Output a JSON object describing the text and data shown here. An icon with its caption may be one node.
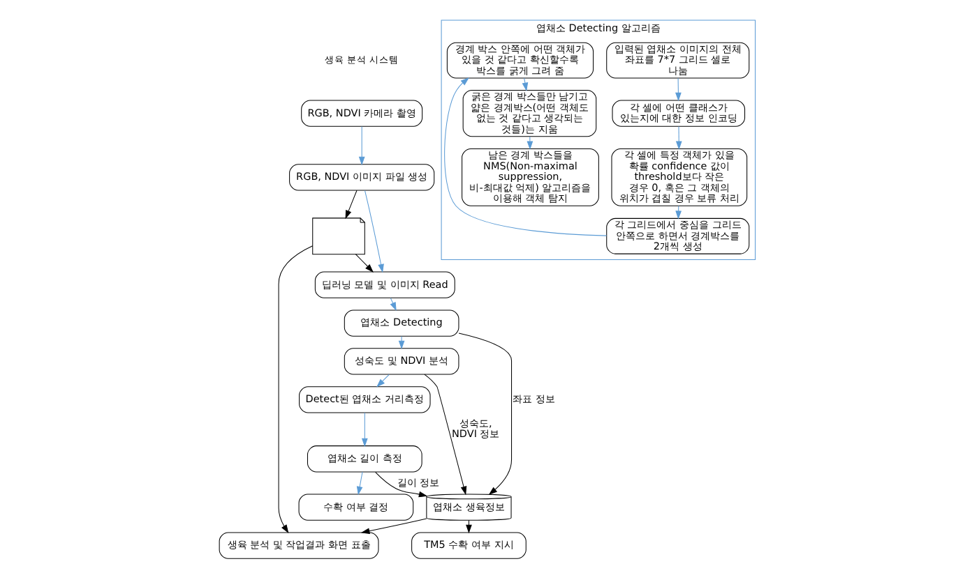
{
  "diagram": {
    "nodes": [
      {
        "text": [
          "RGB, NDVI 카메라 촬영"
        ]
      },
      {
        "text": [
          "RGB, NDVI 이미지 파일 생성"
        ]
      },
      {
        "text": [
          "딥러닝 모델 및 이미지 Read"
        ]
      },
      {
        "text": [
          "엽채소 Detecting"
        ]
      },
      {
        "text": [
          "성숙도 및 NDVI 분석"
        ]
      },
      {
        "text": [
          "Detect된 엽채소 거리측정"
        ]
      },
      {
        "text": [
          "엽채소 길이 측정"
        ]
      },
      {
        "text": [
          "수확 여부 결정"
        ]
      },
      {
        "text": [],
        "shape": "document"
      },
      {
        "text": [
          "생육 분석 및 작업결과 화면 표출"
        ]
      },
      {
        "text": [
          "엽채소 생육정보"
        ]
      },
      {
        "text": [
          "TM5 수확 여부 지시"
        ]
      },
      {
        "text": [
          "엽채소 Detecting 알고리즘"
        ]
      },
      {
        "text": [
          "입력된 엽채소 이미지의 전체 좌표를 7*7 그리드 셀로 나눔"
        ],
        "in": 12
      },
      {
        "text": [
          "각 셀에 어떤 클래스가 있는지에 대한 정보 인코딩"
        ],
        "in": 12
      },
      {
        "text": [
          "각 셀에 특정 객체가 있을 확률 confidence 값이 threshold보다 작은 경우 0, 혹은 그 객체의 위치가 겹칠 경우 보류 처리"
        ],
        "in": 12
      },
      {
        "text": [
          "각 그리드에서 중심을 그리드 안쪽으로 하면서 경계박스를 2개씩 생성"
        ],
        "in": 12
      },
      {
        "text": [
          "경계 박스 안쪽에 어떤 객체가 있을 것 같다고 확신할수록 박스를 굵게 그려 줌"
        ],
        "in": 12
      },
      {
        "text": [
          "굵은 경계 박스들만 남기고 얇은 경계박스(어떤 객체도 없는 것 같다고 생각되는 것들)는 지움"
        ],
        "in": 12
      },
      {
        "text": [
          "남은 경계 박스들을 NMS(Non-maximal suppression, 비-최대값 억제) 알고리즘을 이용해 객체 탐지"
        ],
        "in": 12
      }
    ],
    "edges": [
      {
        "from": 0,
        "to": 1,
        "arrow": "to"
      },
      {
        "from": 1,
        "to": 2,
        "arrow": "to"
      },
      {
        "from": 2,
        "to": 3,
        "arrow": "to"
      },
      {
        "from": 3,
        "to": 4,
        "arrow": "to"
      },
      {
        "from": 4,
        "to": 5,
        "arrow": "to"
      },
      {
        "from": 5,
        "to": 6,
        "arrow": "to"
      },
      {
        "from": 6,
        "to": 7,
        "arrow": "to"
      },
      {
        "from": 1,
        "to": 8,
        "arrow": "to",
        "color": "#000000"
      },
      {
        "from": 8,
        "to": 2,
        "arrow": "to",
        "color": "#000000"
      },
      {
        "from": 8,
        "to": 9,
        "arrow": "to",
        "color": "#000000"
      },
      {
        "from": 3,
        "to": 10,
        "arrow": "to",
        "label": "좌표 정보",
        "color": "#000000"
      },
      {
        "from": 4,
        "to": 10,
        "arrow": "to",
        "label": "성숙도, NDVI 정보",
        "color": "#000000"
      },
      {
        "from": 6,
        "to": 10,
        "arrow": "to",
        "label": "길이 정보",
        "color": "#000000"
      },
      {
        "from": 10,
        "to": 9,
        "arrow": "to",
        "color": "#000000"
      },
      {
        "from": 10,
        "to": 11,
        "arrow": "to",
        "color": "#000000"
      },
      {
        "from": 13,
        "to": 14,
        "arrow": "to"
      },
      {
        "from": 14,
        "to": 15,
        "arrow": "to"
      },
      {
        "from": 15,
        "to": 16,
        "arrow": "to"
      },
      {
        "from": 16,
        "to": 17,
        "arrow": "to"
      },
      {
        "from": 17,
        "to": 18,
        "arrow": "to"
      },
      {
        "from": 18,
        "to": 19,
        "arrow": "to"
      }
    ],
    "labels": [
      "생육 분석 시스템"
    ]
  }
}
